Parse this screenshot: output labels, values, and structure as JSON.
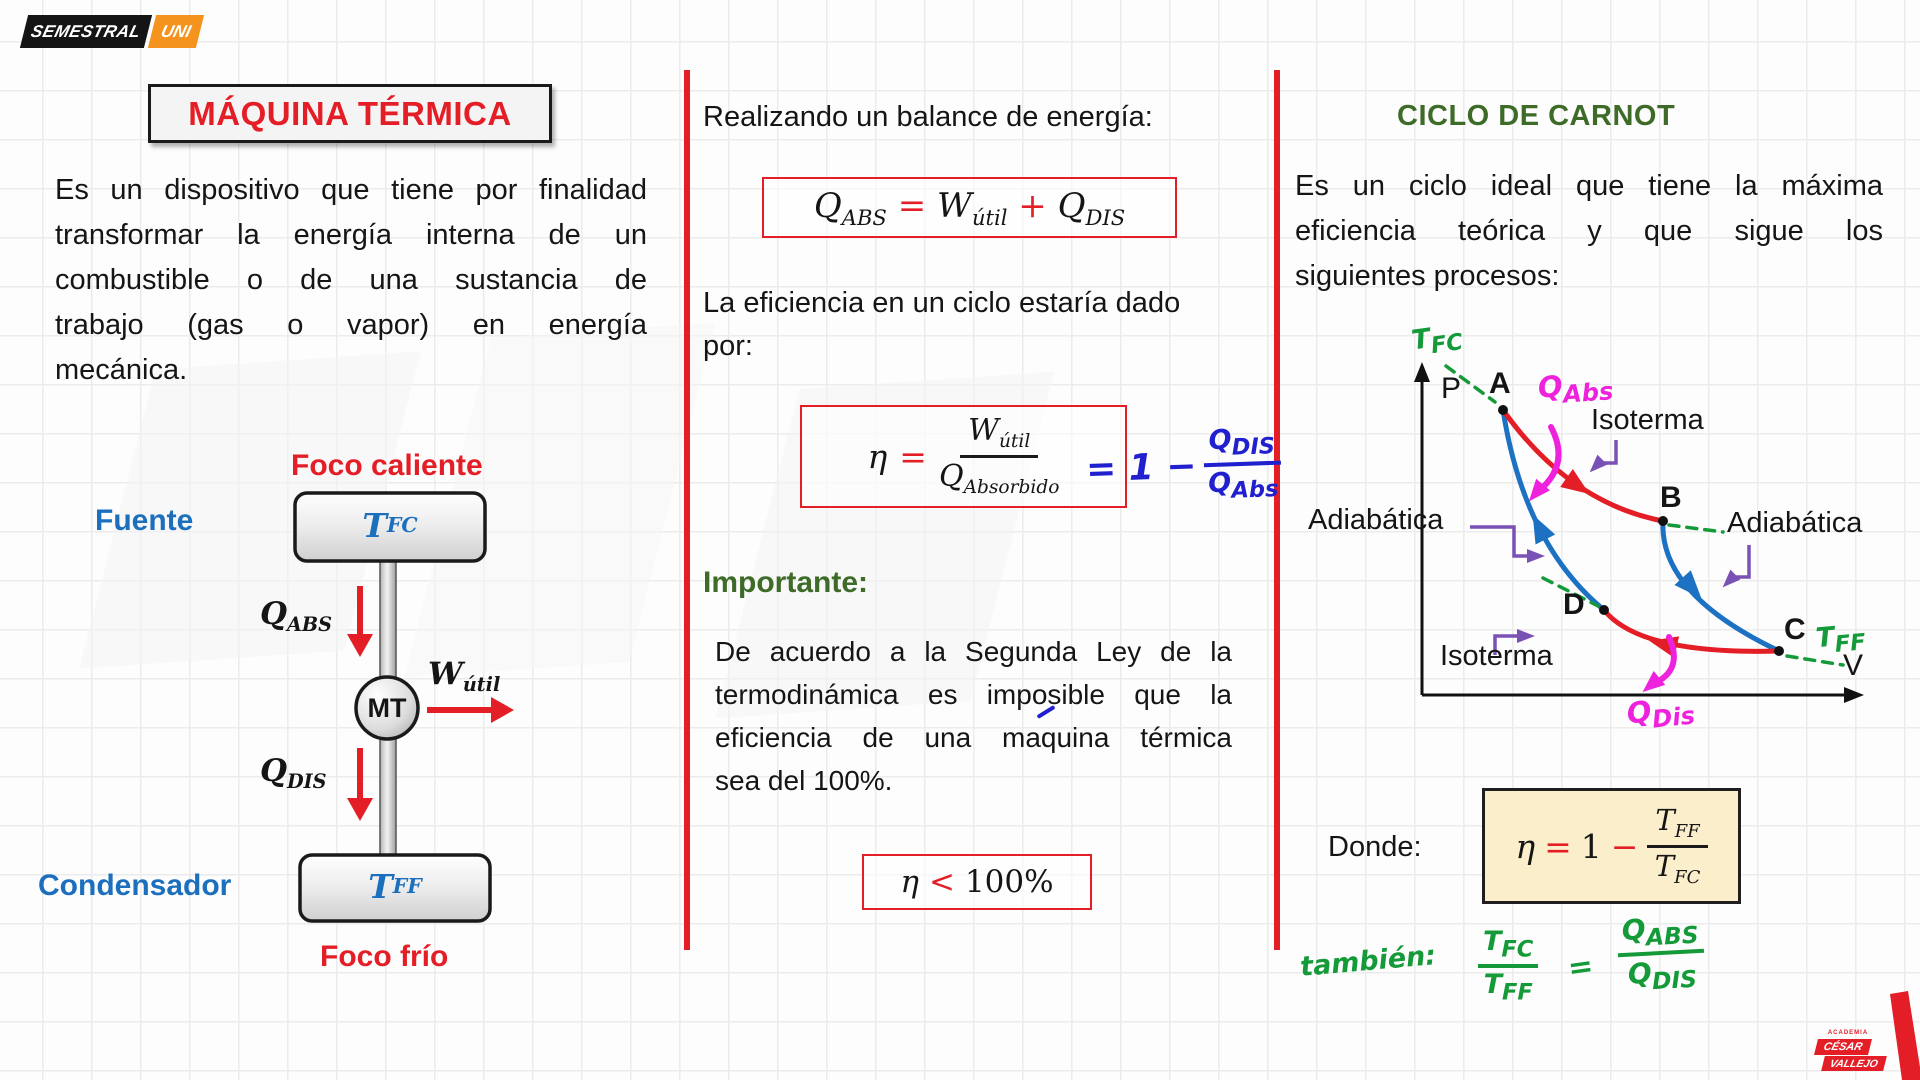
{
  "colors": {
    "accent_red": "#e41e26",
    "label_blue": "#1b6fbd",
    "heading_green": "#3e6b28",
    "hw_green": "#149a38",
    "hw_blue": "#2020cf",
    "hw_magenta": "#ee22dd",
    "annot_purple": "#7a52b5",
    "formula_box_bg": "#fbeecb",
    "brand_orange": "#f5931f",
    "brand_black": "#151515"
  },
  "brand": {
    "semestral": "SEMESTRAL",
    "uni": "UNI"
  },
  "left": {
    "title": "MÁQUINA TÉRMICA",
    "paragraph_lines": [
      "Es un dispositivo que tiene por finalidad",
      "transformar la energía interna de un",
      "combustible o de una sustancia de",
      "trabajo (gas o vapor) en energía",
      "mecánica."
    ],
    "foco_caliente": "Foco caliente",
    "fuente": "Fuente",
    "condensador": "Condensador",
    "foco_frio": "Foco frío",
    "tfc": {
      "main": "T",
      "sub": "FC"
    },
    "tff": {
      "main": "T",
      "sub": "FF"
    },
    "qabs": {
      "main": "Q",
      "sub": "ABS"
    },
    "qdis": {
      "main": "Q",
      "sub": "DIS"
    },
    "wutil": {
      "main": "W",
      "sub": "útil"
    },
    "mt": "MT"
  },
  "middle": {
    "heading": "Realizando un balance de energía:",
    "balance": {
      "lhs_main": "Q",
      "lhs_sub": "ABS",
      "eq": "=",
      "w_main": "W",
      "w_sub": "útil",
      "plus": "+",
      "rhs_main": "Q",
      "rhs_sub": "DIS"
    },
    "eff_intro_line1": "La eficiencia en un ciclo estaría dado",
    "eff_intro_line2": "por:",
    "efficiency": {
      "eta": "η",
      "eq": "=",
      "num_main": "W",
      "num_sub": "útil",
      "den_main": "Q",
      "den_sub": "Absorbido"
    },
    "hw_blue": {
      "prefix": "= 1 −",
      "num_main": "Q",
      "num_sub": "DIS",
      "den_main": "Q",
      "den_sub": "Abs"
    },
    "importante": "Importante:",
    "importante_lines": [
      "De acuerdo a la Segunda Ley de la",
      "termodinámica es imposible que la",
      "eficiencia de una maquina térmica",
      "sea del 100%."
    ],
    "limit": {
      "eta": "η",
      "lt": "<",
      "value": "100%"
    }
  },
  "right": {
    "title": "CICLO DE CARNOT",
    "paragraph_lines": [
      "Es un ciclo ideal que tiene la máxima",
      "eficiencia teórica y que sigue los",
      "siguientes procesos:"
    ],
    "diagram": {
      "p": "P",
      "v": "V",
      "a": "A",
      "b": "B",
      "c": "C",
      "d": "D",
      "tfc": {
        "main": "T",
        "sub": "FC"
      },
      "tff": {
        "main": "T",
        "sub": "FF"
      },
      "qabs": {
        "main": "Q",
        "sub": "Abs"
      },
      "qdis": {
        "main": "Q",
        "sub": "Dis"
      },
      "isoterma_top": "Isoterma",
      "isoterma_bottom": "Isoterma",
      "adiabatica_left": "Adiabática",
      "adiabatica_right": "Adiabática"
    },
    "donde": "Donde:",
    "carnot": {
      "eta": "η",
      "eq": "=",
      "one": "1",
      "minus": "−",
      "num_main": "T",
      "num_sub": "FF",
      "den_main": "T",
      "den_sub": "FC"
    },
    "hw_green": {
      "label": "también:",
      "f1_num_main": "T",
      "f1_num_sub": "FC",
      "f1_den_main": "T",
      "f1_den_sub": "FF",
      "eq": "=",
      "f2_num_main": "Q",
      "f2_num_sub": "ABS",
      "f2_den_main": "Q",
      "f2_den_sub": "DIS"
    }
  },
  "footer": {
    "academia": "ACADEMIA",
    "cesar": "CÉSAR",
    "vallejo": "VALLEJO"
  }
}
